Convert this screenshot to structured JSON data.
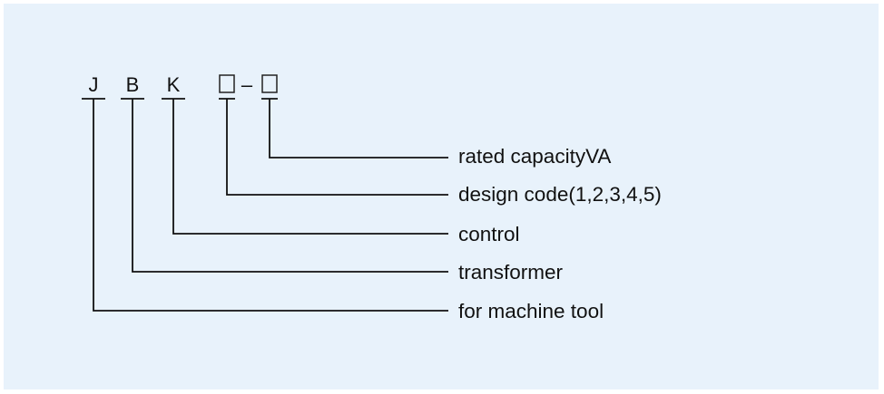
{
  "code": {
    "letters": [
      "J",
      "B",
      "K"
    ],
    "separator": "–"
  },
  "labels": [
    "rated capacityVA",
    "design code(1,2,3,4,5)",
    "control",
    "transformer",
    "for machine tool"
  ],
  "colors": {
    "background": "#e8f2fb",
    "ink": "#111111"
  }
}
